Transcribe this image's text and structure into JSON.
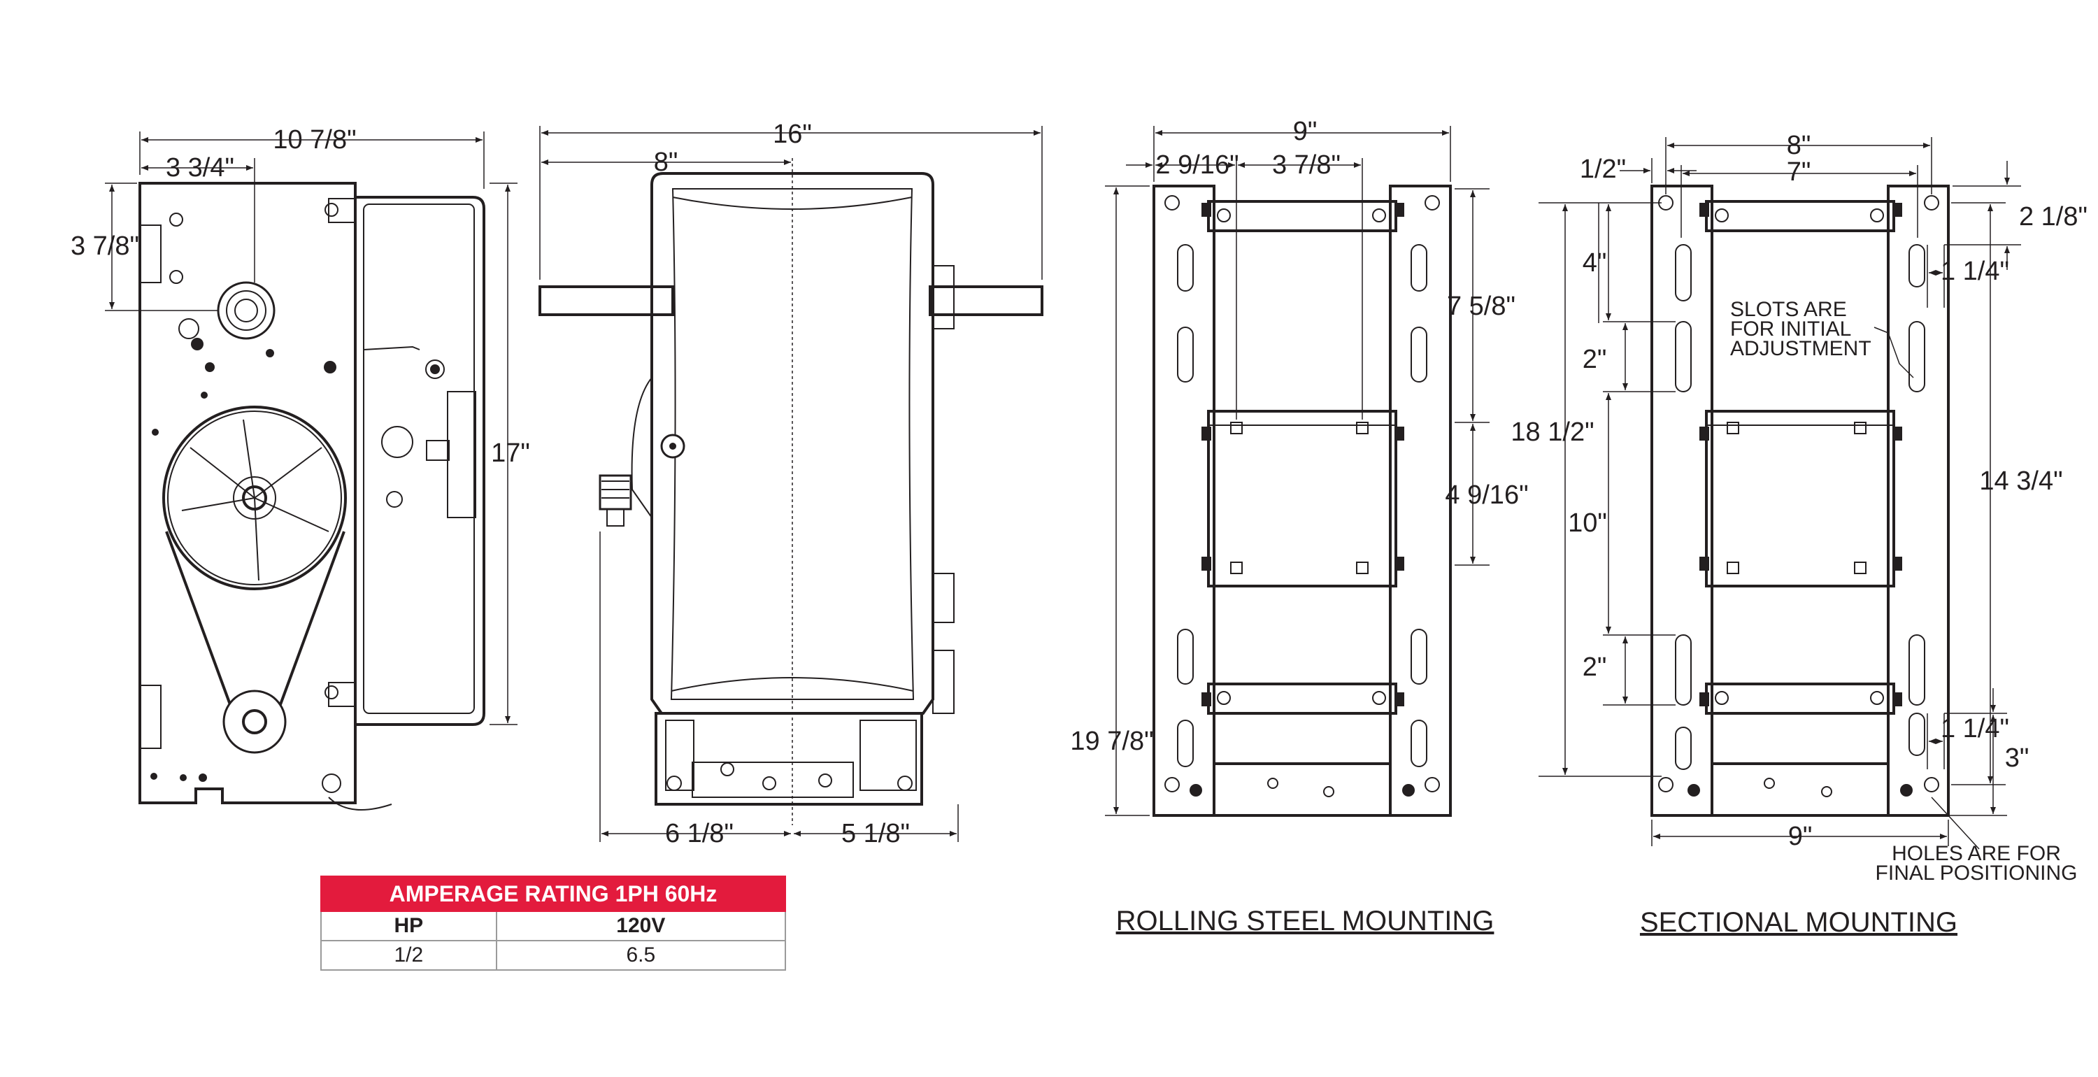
{
  "side_view": {
    "dims": {
      "overall_width": "10 7/8\"",
      "shaft_offset": "3 3/4\"",
      "shaft_height": "3 7/8\"",
      "overall_height": "17\""
    }
  },
  "front_view": {
    "dims": {
      "overall_width": "16\"",
      "half_width": "8\"",
      "left_base": "6 1/8\"",
      "right_base": "5 1/8\""
    }
  },
  "rolling_steel": {
    "title": "ROLLING STEEL MOUNTING",
    "dims": {
      "overall_width": "9\"",
      "edge_offset": "2 9/16\"",
      "hole_spacing": "3 7/8\"",
      "upper_spacing": "7 5/8\"",
      "middle_spacing": "4 9/16\"",
      "overall_height": "19 7/8\""
    }
  },
  "sectional": {
    "title": "SECTIONAL MOUNTING",
    "dims": {
      "outer_width": "8\"",
      "inner_width": "7\"",
      "edge_offset": "1/2\"",
      "top_offset": "2 1/8\"",
      "slot_width_top": "1 1/4\"",
      "slot_upper": "4\"",
      "slot_length_upper": "2\"",
      "center_spacing": "10\"",
      "slot_length_lower": "2\"",
      "slot_width_bottom": "1 1/4\"",
      "bottom_offset": "3\"",
      "overall_height": "18 1/2\"",
      "hole_span": "14 3/4\"",
      "base_width": "9\""
    },
    "notes": {
      "slots": [
        "SLOTS ARE",
        "FOR INITIAL",
        "ADJUSTMENT"
      ],
      "holes": [
        "HOLES ARE FOR",
        "FINAL POSITIONING"
      ]
    }
  },
  "amperage_table": {
    "title": "AMPERAGE RATING 1PH 60Hz",
    "headers": [
      "HP",
      "120V"
    ],
    "rows": [
      [
        "1/2",
        "6.5"
      ]
    ]
  },
  "colors": {
    "table_header": "#e31b3d",
    "line": "#231f20"
  }
}
